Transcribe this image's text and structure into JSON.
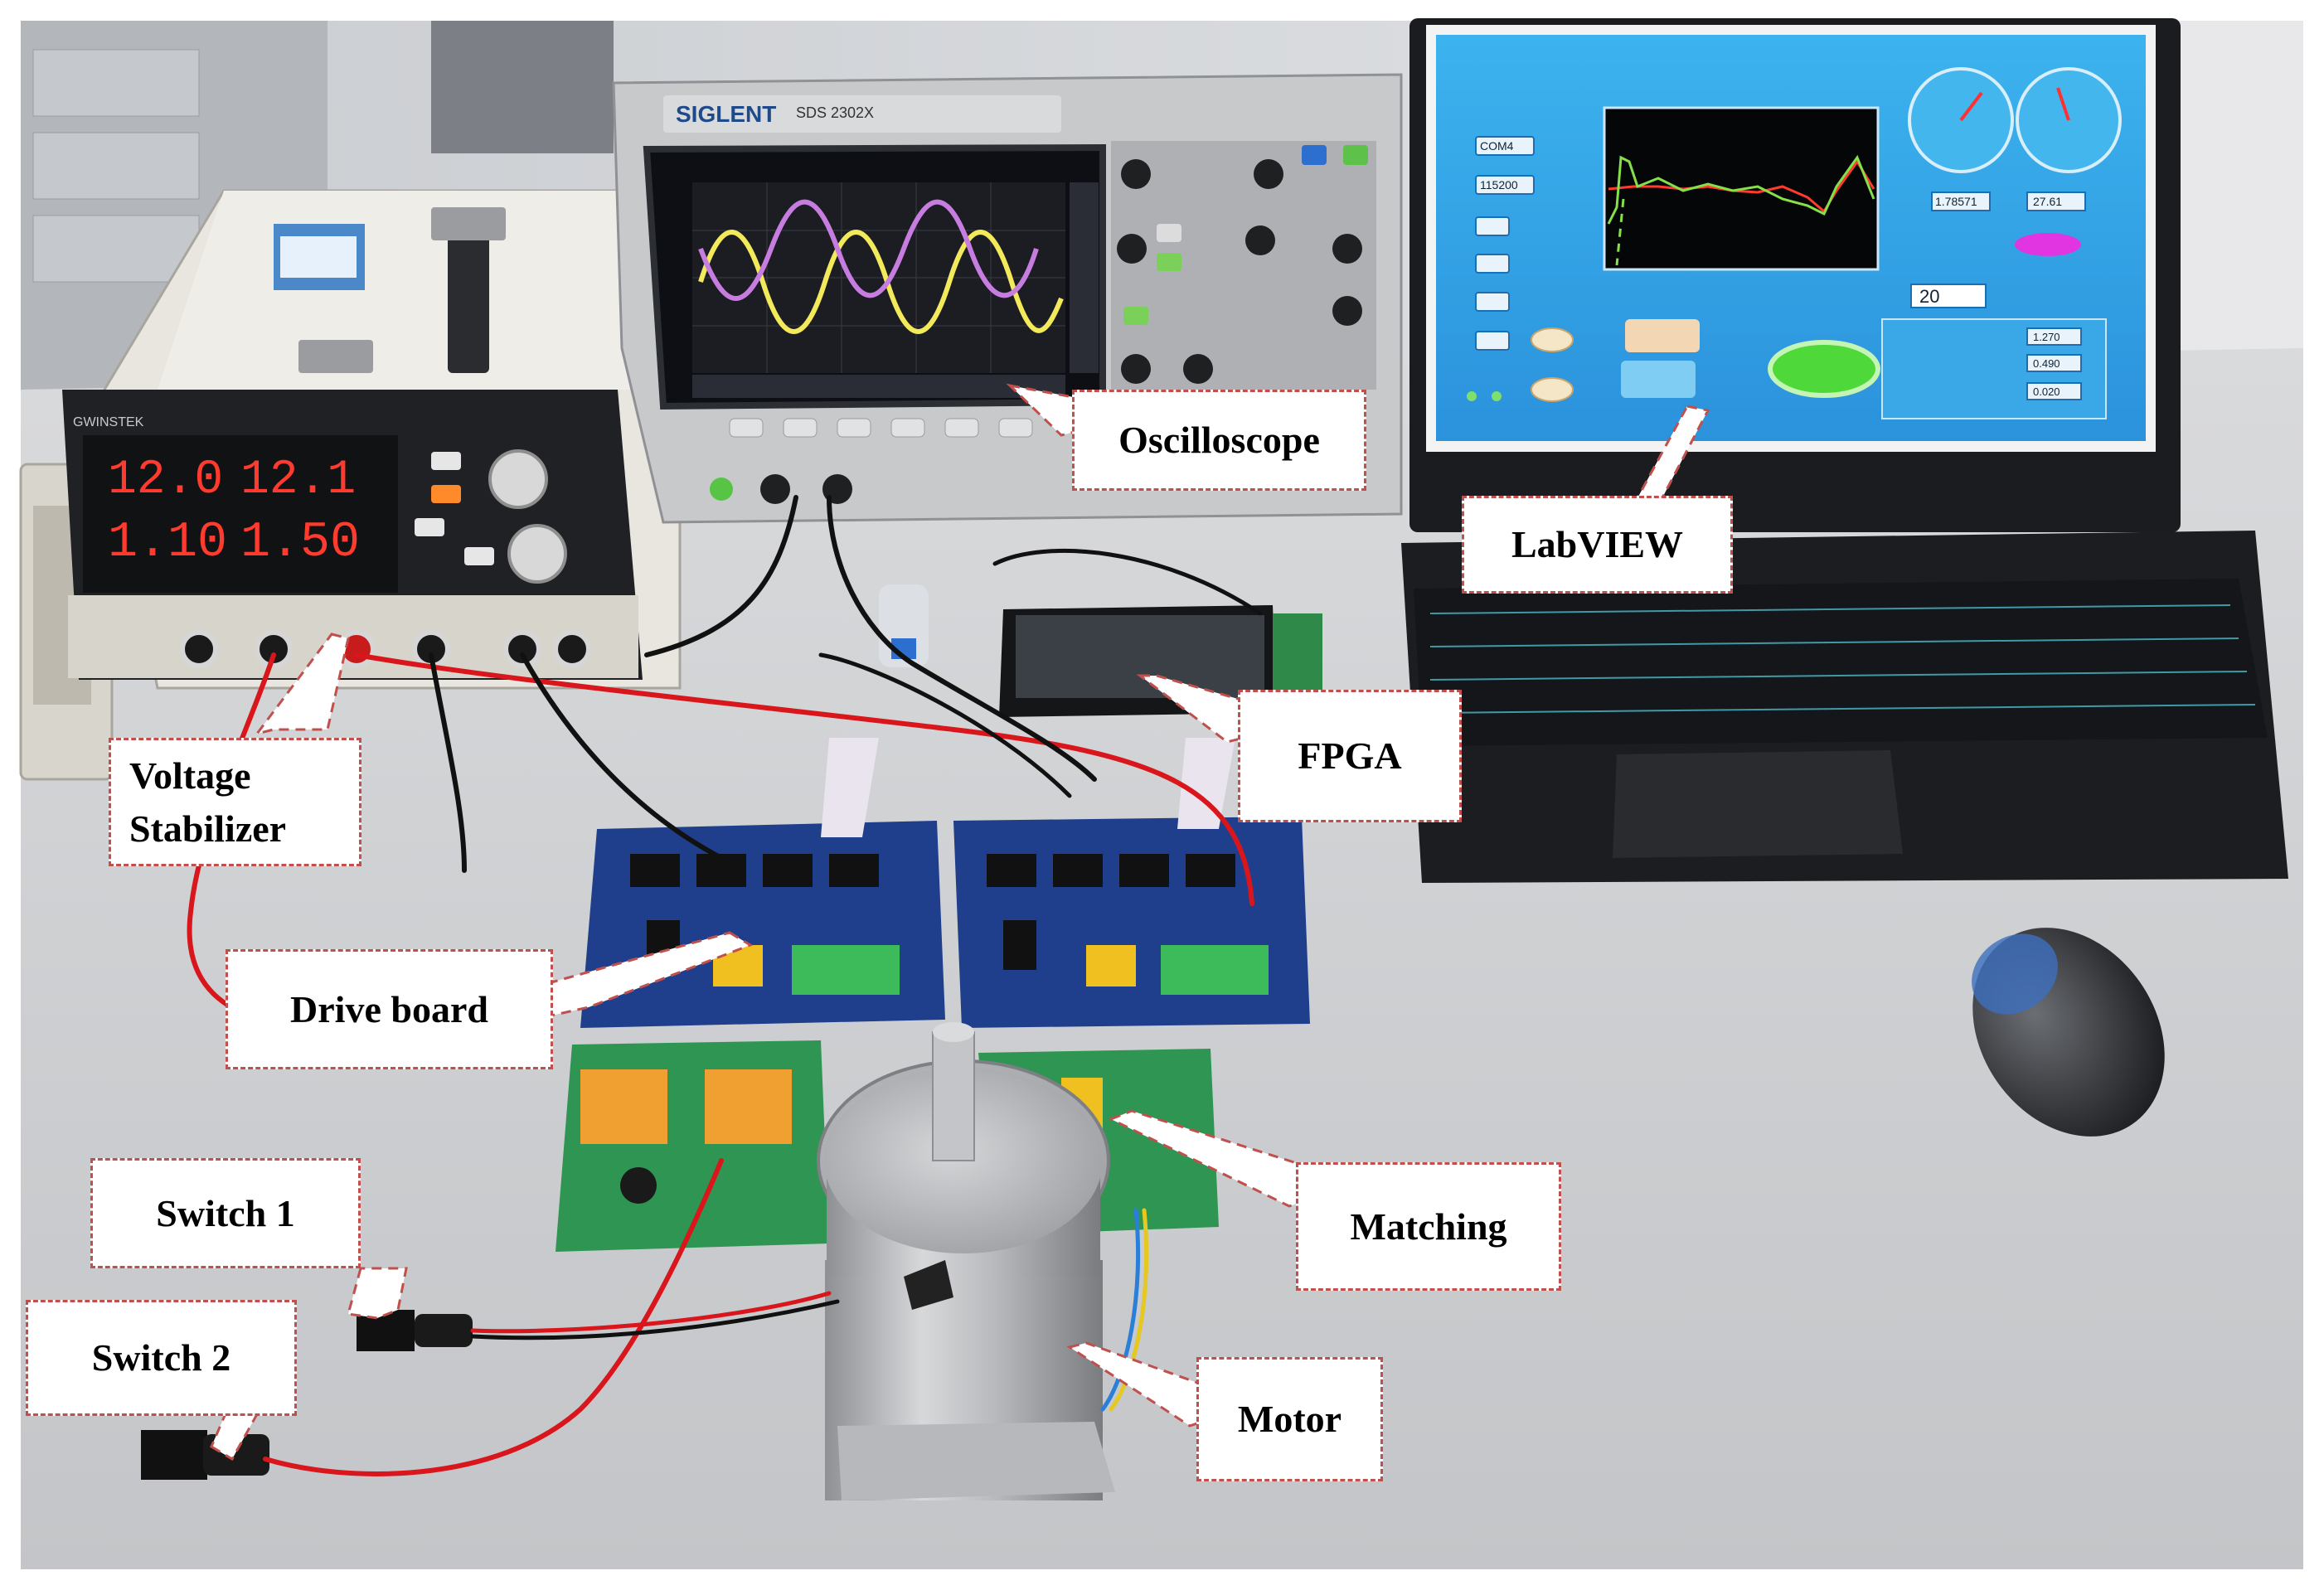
{
  "labels": {
    "oscilloscope": "Oscilloscope",
    "labview": "LabVIEW",
    "voltage_stabilizer": "Voltage\nStabilizer",
    "fpga": "FPGA",
    "drive_board": "Drive board",
    "matching": "Matching",
    "switch1": "Switch 1",
    "switch2": "Switch 2",
    "motor": "Motor"
  },
  "device_text": {
    "scope_brand": "SIGLENT",
    "scope_model": "SDS 2302X",
    "psu_brand": "GWINSTEK",
    "psu_ch1_voltage": "12.0",
    "psu_ch2_voltage": "12.1",
    "psu_ch1_current": "1.10",
    "psu_ch2_current": "1.50",
    "lv_com": "COM4",
    "lv_baud": "115200",
    "lv_setpoint": "20",
    "lv_kp": "1.270",
    "lv_ti": "0.490",
    "lv_td": "0.020",
    "lv_read1": "1.78571",
    "lv_read2": "27.61"
  },
  "colors": {
    "callout_border": "#c0504d",
    "scope_yellow": "#f2ea5a",
    "scope_purple": "#c77de0",
    "labview_blue": "#35a6e8",
    "led_red": "#ff3030",
    "wire_red": "#d8161c"
  }
}
